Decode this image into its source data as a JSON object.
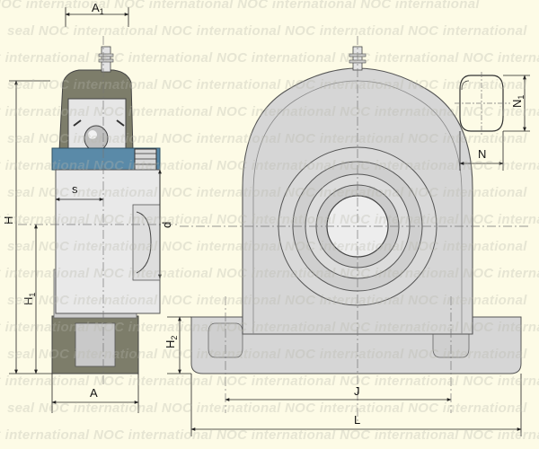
{
  "watermark": {
    "text": "NOC international",
    "rows": [
      "NOC international   NOC international   NOC international   NOC international",
      "seal   NOC international   NOC international   NOC international   NOC international",
      "C international   NOC international   NOC international   NOC international   NOC internatio",
      "seal   NOC international   NOC international   NOC international   NOC international",
      "C international   NOC international   NOC international   NOC international   NOC internatio",
      "seal   NOC international   NOC international   NOC international   NOC international",
      "C international   NOC international   NOC international   NOC international   NOC internatio",
      "seal   NOC international   NOC international   NOC international   NOC international",
      "C international   NOC international   NOC international   NOC international   NOC internatio",
      "seal   NOC international   NOC international   NOC international   NOC international",
      "C international   NOC international   NOC international   NOC international   NOC internatio",
      "seal   NOC international   NOC international   NOC international   NOC international",
      "C international   NOC international   NOC international   NOC international   NOC internatio",
      "seal   NOC international   NOC international   NOC international   NOC international",
      "C international   NOC international   NOC international   NOC international   NOC internatio",
      "seal   NOC international   NOC international   NOC international   NOC international",
      "C international   NOC international   NOC international   NOC international   NOC internatio"
    ]
  },
  "dimensions": {
    "A1": {
      "main": "A",
      "sub": "1"
    },
    "S": {
      "main": "s"
    },
    "H": {
      "main": "H"
    },
    "D": {
      "main": "d"
    },
    "H1": {
      "main": "H",
      "sub": "1"
    },
    "H2": {
      "main": "H",
      "sub": "2"
    },
    "A": {
      "main": "A"
    },
    "J": {
      "main": "J"
    },
    "L": {
      "main": "L"
    },
    "N": {
      "main": "N"
    },
    "N1": {
      "main": "N",
      "sub": "1"
    }
  },
  "colors": {
    "background": "#fdfbe6",
    "housing": "#d6d6d6",
    "housing_section": "#7d7d6a",
    "bearing_ring": "#5a8aa8",
    "outline": "#444444"
  }
}
